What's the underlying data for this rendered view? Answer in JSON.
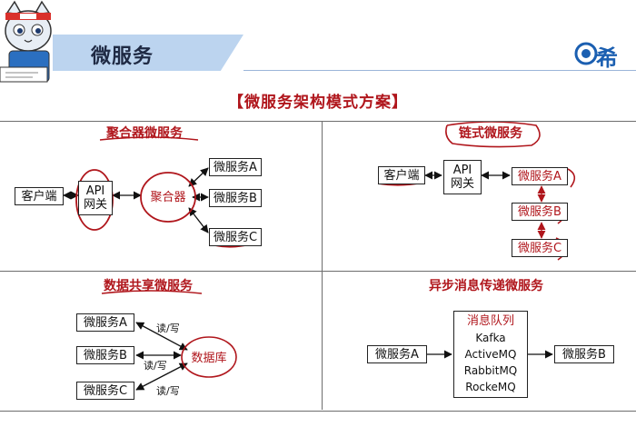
{
  "header": {
    "section_title": "微服务",
    "logo_text": "希"
  },
  "page_title": "【微服务架构模式方案】",
  "panels": {
    "aggregator": {
      "title": "聚合器微服务",
      "client": "客户端",
      "gateway_line1": "API",
      "gateway_line2": "网关",
      "aggregator": "聚合器",
      "services": [
        "微服务A",
        "微服务B",
        "微服务C"
      ]
    },
    "chain": {
      "title": "链式微服务",
      "client": "客户端",
      "gateway_line1": "API",
      "gateway_line2": "网关",
      "services": [
        "微服务A",
        "微服务B",
        "微服务C"
      ]
    },
    "shared_data": {
      "title": "数据共享微服务",
      "services": [
        "微服务A",
        "微服务B",
        "微服务C"
      ],
      "rw_labels": [
        "读/写",
        "读/写",
        "读/写"
      ],
      "database": "数据库"
    },
    "async": {
      "title": "异步消息传递微服务",
      "producer": "微服务A",
      "queue_title": "消息队列",
      "queues": [
        "Kafka",
        "ActiveMQ",
        "RabbitMQ",
        "RockeMQ"
      ],
      "consumer": "微服务B"
    }
  },
  "colors": {
    "accent_red": "#b0161c",
    "header_blue": "#bcd4ef",
    "logo_blue": "#1b5fb1"
  },
  "icons": [
    "cat-mascot-icon",
    "logo-icon"
  ]
}
